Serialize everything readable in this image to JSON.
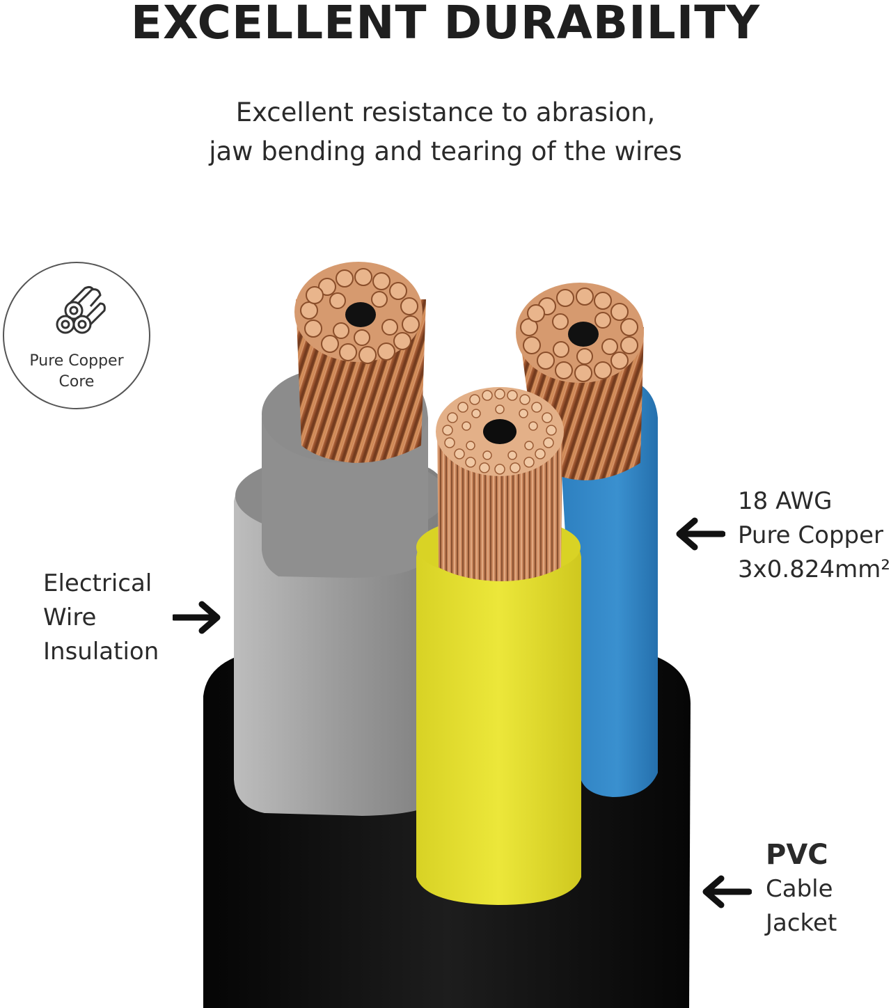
{
  "header": {
    "title": "EXCELLENT DURABILITY",
    "subtitle_lines": [
      "Excellent resistance to abrasion,",
      "jaw bending and tearing of the wires"
    ]
  },
  "badge": {
    "icon": "copper-wires-icon",
    "label_lines": [
      "Pure Copper",
      "Core"
    ]
  },
  "labels": {
    "insulation": [
      "Electrical",
      "Wire",
      "Insulation"
    ],
    "copper": [
      "18 AWG",
      "Pure Copper",
      "3x0.824mm²"
    ],
    "jacket": {
      "bold": "PVC",
      "lines": [
        "Cable",
        "Jacket"
      ]
    }
  },
  "colors": {
    "gray_wire": "#8e8e8e",
    "blue_wire": "#2e86c8",
    "yellow_wire": "#e2dd2a",
    "jacket": "#111111",
    "copper": "#c07a4c"
  }
}
